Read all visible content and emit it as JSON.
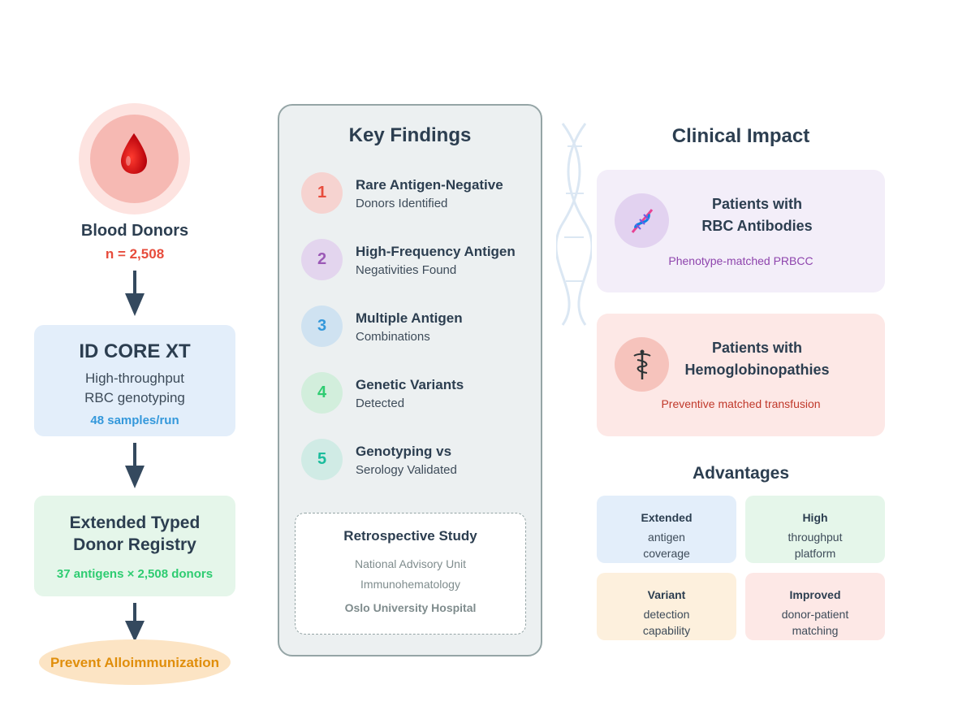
{
  "donors": {
    "title": "Blood Donors",
    "count": "n = 2,508"
  },
  "genotyping": {
    "title": "ID CORE XT",
    "line1": "High-throughput",
    "line2": "RBC genotyping",
    "rate": "48 samples/run"
  },
  "registry": {
    "line1": "Extended Typed",
    "line2": "Donor Registry",
    "stat": "37 antigens × 2,508 donors"
  },
  "outcome": {
    "label": "Prevent Alloimmunization"
  },
  "key_findings": {
    "title": "Key Findings",
    "items": [
      {
        "num": "1",
        "title": "Rare Antigen-Negative",
        "sub": "Donors Identified",
        "color": "#e74c3c",
        "bg": "#f6d3d0"
      },
      {
        "num": "2",
        "title": "High-Frequency Antigen",
        "sub": "Negativities Found",
        "color": "#9b59b6",
        "bg": "#e3d5ee"
      },
      {
        "num": "3",
        "title": "Multiple Antigen",
        "sub": "Combinations",
        "color": "#3498db",
        "bg": "#cfe2f1"
      },
      {
        "num": "4",
        "title": "Genetic Variants",
        "sub": "Detected",
        "color": "#2ecc71",
        "bg": "#d2eedc"
      },
      {
        "num": "5",
        "title": "Genotyping vs",
        "sub": "Serology Validated",
        "color": "#1abc9c",
        "bg": "#d0ebe5"
      }
    ]
  },
  "study": {
    "title": "Retrospective Study",
    "line1": "National Advisory Unit",
    "line2": "Immunohematology",
    "line3": "Oslo University Hospital"
  },
  "clinical_impact": {
    "title": "Clinical Impact",
    "cards": [
      {
        "line1": "Patients with",
        "line2": "RBC Antibodies",
        "sub": "Phenotype-matched PRBCC",
        "icon": "dna-icon",
        "sub_color": "#8e44ad"
      },
      {
        "line1": "Patients with",
        "line2": "Hemoglobinopathies",
        "sub": "Preventive matched transfusion",
        "icon": "caduceus-icon",
        "sub_color": "#c0392b"
      }
    ]
  },
  "advantages": {
    "title": "Advantages",
    "items": [
      {
        "bold": "Extended",
        "line1": "antigen",
        "line2": "coverage",
        "bg": "#e3eefa"
      },
      {
        "bold": "High",
        "line1": "throughput",
        "line2": "platform",
        "bg": "#e5f6ea"
      },
      {
        "bold": "Variant",
        "line1": "detection",
        "line2": "capability",
        "bg": "#fdf0dd"
      },
      {
        "bold": "Improved",
        "line1": "donor-patient",
        "line2": "matching",
        "bg": "#fde8e6"
      }
    ]
  }
}
